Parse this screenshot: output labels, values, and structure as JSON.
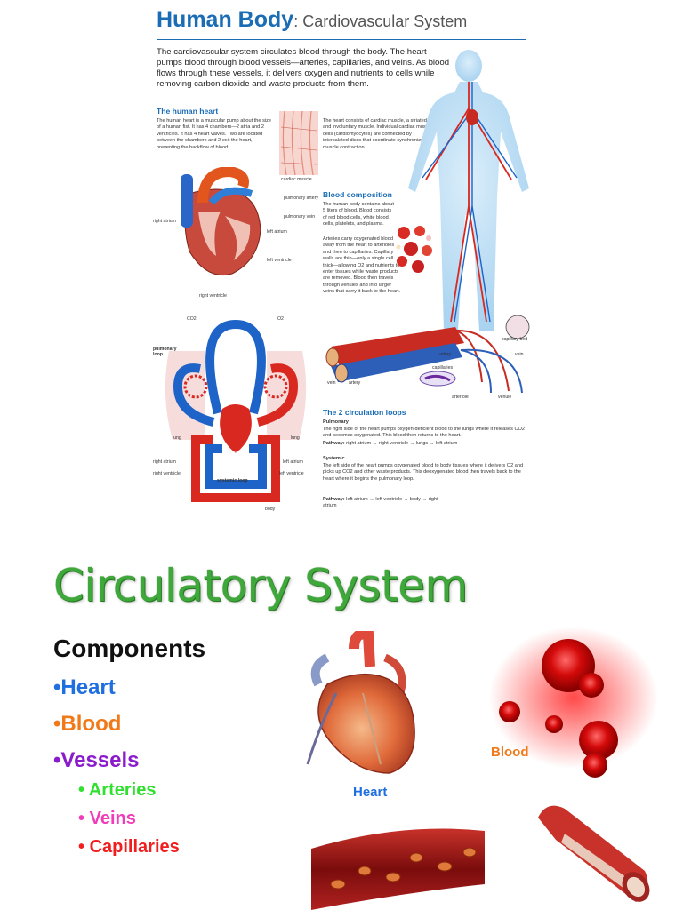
{
  "infographic": {
    "title": "Human Body",
    "title_suffix": ": Cardiovascular System",
    "intro": "The cardiovascular system circulates blood through the body. The heart pumps blood through blood vessels—arteries, capillaries, and veins. As blood flows through these vessels, it delivers oxygen and nutrients to cells while removing carbon dioxide and waste products from them.",
    "heart_section": {
      "heading": "The human heart",
      "text_left": "The human heart is a muscular pump about the size of a human fist. It has 4 chambers—2 atria and 2 ventricles. It has 4 heart valves. Two are located between the chambers and 2 exit the heart, preventing the backflow of blood.",
      "text_right": "The heart consists of cardiac muscle, a striated and involuntary muscle. Individual cardiac muscle cells (cardiomyocytes) are connected by intercalated discs that coordinate synchronized muscle contraction.",
      "cardiac_muscle_label": "cardiac muscle",
      "labels": {
        "pulmonary_artery": "pulmonary artery",
        "pulmonary_vein": "pulmonary vein",
        "right_atrium": "right atrium",
        "left_atrium": "left atrium",
        "left_ventricle": "left ventricle",
        "right_ventricle": "right ventricle"
      }
    },
    "blood_section": {
      "heading": "Blood composition",
      "text1": "The human body contains about 5 liters of blood. Blood consists of red blood cells, white blood cells, platelets, and plasma.",
      "text2": "Arteries carry oxygenated blood away from the heart to arterioles and then to capillaries. Capillary walls are thin—only a single cell thick—allowing O2 and nutrients to enter tissues while waste products are removed. Blood then travels through venules and into larger veins that carry it back to the heart."
    },
    "vessel_labels": {
      "capillary_bed": "capillary bed",
      "artery": "artery",
      "vein": "vein",
      "capillaries": "capillaries",
      "arteriole": "arteriole",
      "venule": "venule",
      "vein2": "vein",
      "artery2": "artery"
    },
    "loop_diagram_labels": {
      "co2": "CO2",
      "o2": "O2",
      "pulmonary_loop": "pulmonary loop",
      "lung_left": "lung",
      "lung_right": "lung",
      "heart": "heart",
      "right_atrium": "right atrium",
      "right_ventricle": "right ventricle",
      "left_atrium": "left atrium",
      "left_ventricle": "left ventricle",
      "systemic_loop": "systemic loop",
      "body": "body"
    },
    "loops_section": {
      "heading": "The 2 circulation loops",
      "pulmonary_heading": "Pulmonary",
      "pulmonary_text": "The right side of the heart pumps oxygen-deficient blood to the lungs where it releases CO2 and becomes oxygenated. This blood then returns to the heart.",
      "pulmonary_pathway_label": "Pathway:",
      "pulmonary_pathway": "right atrium → right ventricle → lungs → left atrium",
      "systemic_heading": "Systemic",
      "systemic_text": "The left side of the heart pumps oxygenated blood to body tissues where it delivers O2 and picks up CO2 and other waste products. This deoxygenated blood then travels back to the heart where it begins the pulmonary loop.",
      "systemic_pathway_label": "Pathway:",
      "systemic_pathway": "left atrium → left ventricle → body → right atrium"
    }
  },
  "slide": {
    "title": "Circulatory System",
    "components_heading": "Components",
    "bullets": [
      {
        "text": "Heart",
        "color": "#1f6fe0"
      },
      {
        "text": "Blood",
        "color": "#f07a1a"
      },
      {
        "text": "Vessels",
        "color": "#8a1ccc"
      }
    ],
    "sub_bullets": [
      {
        "text": "Arteries",
        "color": "#2fe02f"
      },
      {
        "text": "Veins",
        "color": "#f03cb8"
      },
      {
        "text": "Capillaries",
        "color": "#f01e1e"
      }
    ],
    "heart_caption": "Heart",
    "blood_caption": "Blood",
    "bullet_char": "•"
  },
  "colors": {
    "infographic_blue": "#1a6db5",
    "title_green": "#3fa83a",
    "artery_red": "#d9281f",
    "vein_blue": "#1e63c8"
  }
}
